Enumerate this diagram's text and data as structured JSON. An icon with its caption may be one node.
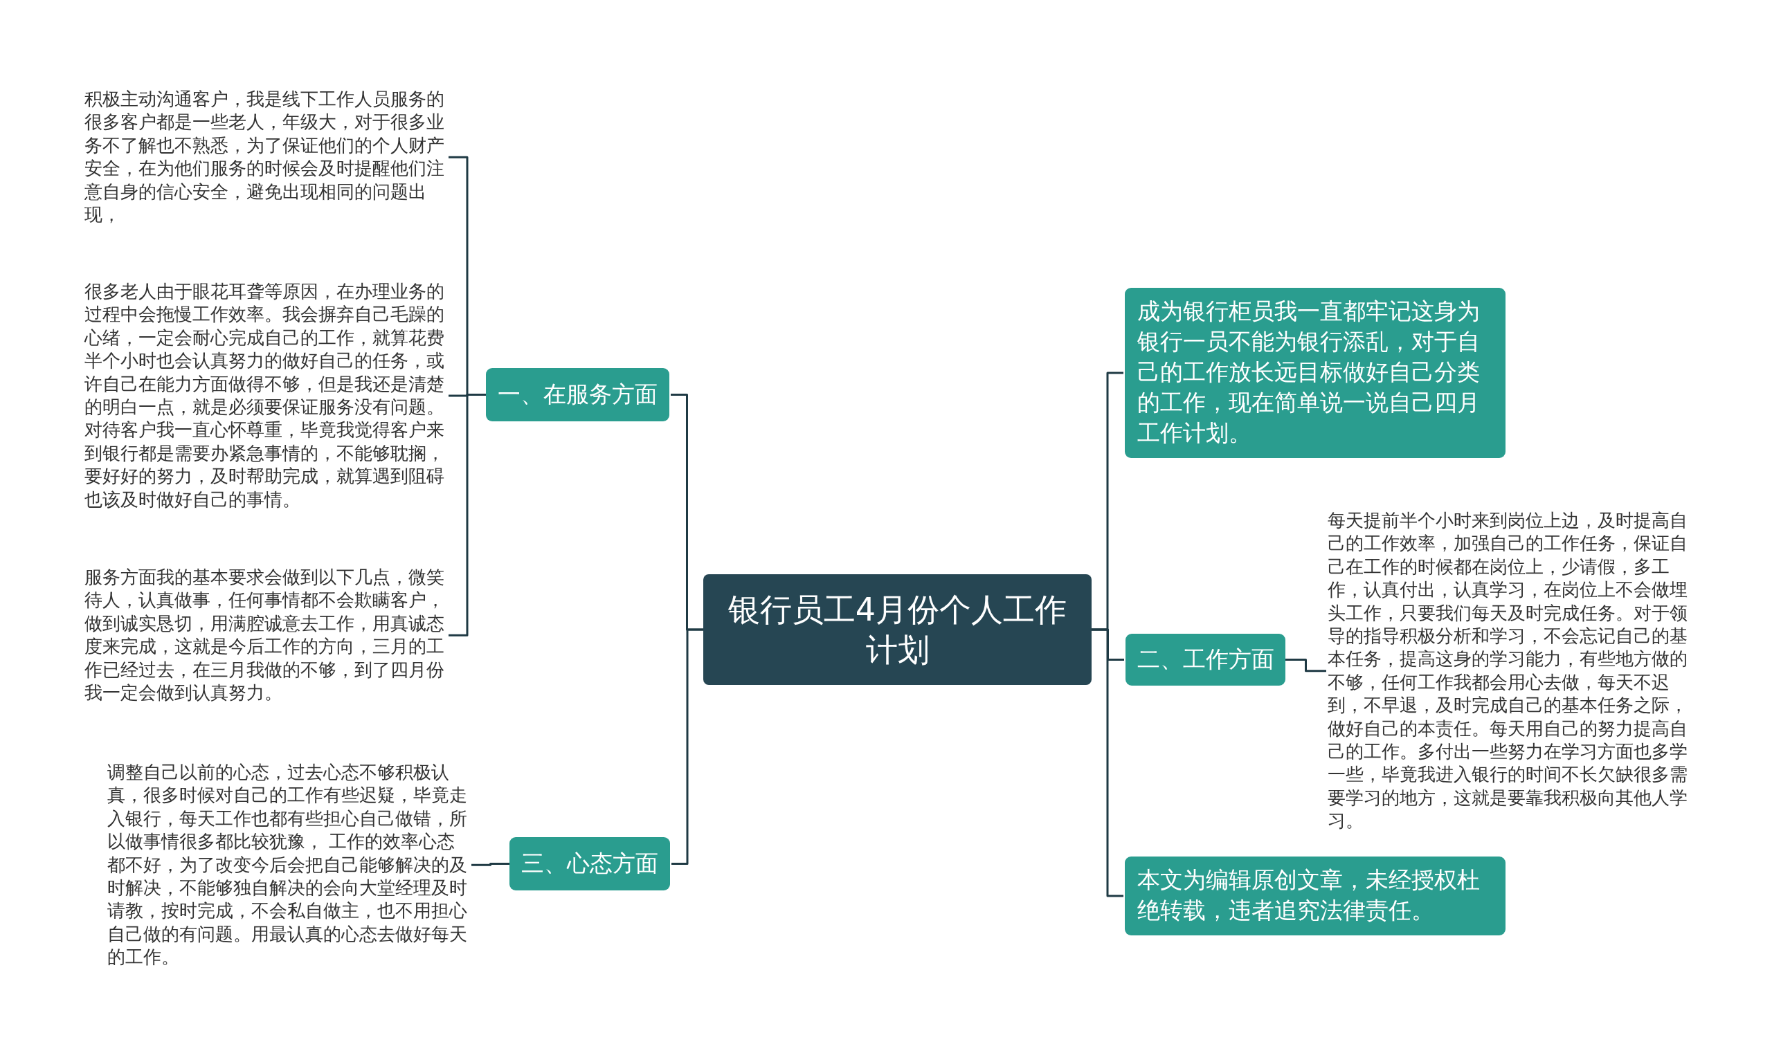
{
  "diagram": {
    "nodes": [
      {
        "text": [
          "银行员工4月份个人工作计划"
        ]
      },
      {
        "text": [
          "一、在服务方面"
        ]
      },
      {
        "text": [
          "积极主动沟通客户，我是线下工作人员服务的很多客户都是一些老人，年级大，对于很多业务不了解也不熟悉，为了保证他们的个人财产安全，在为他们服务的时候会及时提醒他们注意自身的信心安全，避免出现相同的问题出现，"
        ]
      },
      {
        "text": [
          "很多老人由于眼花耳聋等原因，在办理业务的过程中会拖慢工作效率。我会摒弃自己毛躁的心绪，一定会耐心完成自己的工作，就算花费半个小时也会认真努力的做好自己的任务，或许自己在能力方面做得不够，但是我还是清楚的明白一点，就是必须要保证服务没有问题。对待客户我一直心怀尊重，毕竟我觉得客户来到银行都是需要办紧急事情的，不能够耽搁，要好好的努力，及时帮助完成，就算遇到阻碍也该及时做好自己的事情。"
        ]
      },
      {
        "text": [
          "服务方面我的基本要求会做到以下几点，微笑待人，认真做事，任何事情都不会欺瞒客户，做到诚实恳切，用满腔诚意去工作，用真诚态度来完成，这就是今后工作的方向，三月的工作已经过去，在三月我做的不够，到了四月份我一定会做到认真努力。"
        ]
      },
      {
        "text": [
          "三、心态方面"
        ]
      },
      {
        "text": [
          "调整自己以前的心态，过去心态不够积极认真，很多时候对自己的工作有些迟疑，毕竟走入银行，每天工作也都有些担心自己做错，所以做事情很多都比较犹豫， 工作的效率心态都不好，为了改变今后会把自己能够解决的及时解决，不能够独自解决的会向大堂经理及时请教，按时完成，不会私自做主，也不用担心自己做的有问题。用最认真的心态去做好每天的工作。"
        ]
      },
      {
        "text": [
          "成为银行柜员我一直都牢记这身为银行一员不能为银行添乱，对于自己的工作放长远目标做好自己分类的工作，现在简单说一说自己四月工作计划。"
        ]
      },
      {
        "text": [
          "二、工作方面"
        ]
      },
      {
        "text": [
          "每天提前半个小时来到岗位上边，及时提高自己的工作效率，加强自己的工作任务，保证自己在工作的时候都在岗位上，少请假，多工作，认真付出，认真学习，在岗位上不会做埋头工作，只要我们每天及时完成任务。对于领导的指导积极分析和学习，不会忘记自己的基本任务，提高这身的学习能力，有些地方做的不够，任何工作我都会用心去做，每天不迟到，不早退，及时完成自己的基本任务之际，做好自己的本责任。每天用自己的努力提高自己的工作。多付出一些努力在学习方面也多学一些，毕竟我进入银行的时间不长欠缺很多需要学习的地方，这就是要靠我积极向其他人学习。"
        ]
      },
      {
        "text": [
          "本文为编辑原创文章，未经授权杜绝转载，违者追究法律责任。"
        ]
      }
    ],
    "edges": [
      {
        "from": 0,
        "to": 1,
        "arrow": "none"
      },
      {
        "from": 1,
        "to": 2,
        "arrow": "none"
      },
      {
        "from": 1,
        "to": 3,
        "arrow": "none"
      },
      {
        "from": 1,
        "to": 4,
        "arrow": "none"
      },
      {
        "from": 0,
        "to": 5,
        "arrow": "none"
      },
      {
        "from": 5,
        "to": 6,
        "arrow": "none"
      },
      {
        "from": 0,
        "to": 7,
        "arrow": "none"
      },
      {
        "from": 0,
        "to": 8,
        "arrow": "none"
      },
      {
        "from": 8,
        "to": 9,
        "arrow": "none"
      },
      {
        "from": 0,
        "to": 10,
        "arrow": "none"
      }
    ]
  }
}
